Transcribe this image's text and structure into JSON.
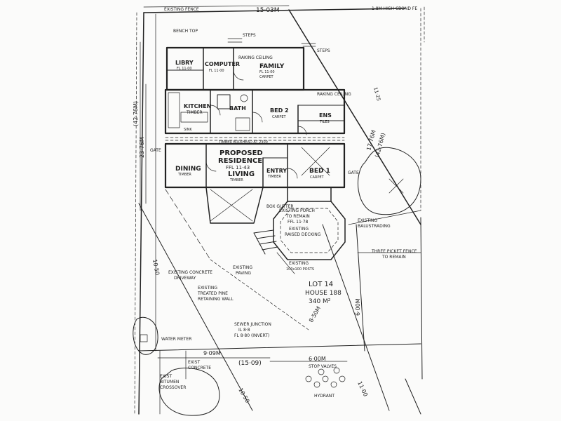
{
  "plan": {
    "dimensions": {
      "top": "15·03M",
      "left_vertical": "23·76M",
      "left_outer": "(42·76M)",
      "right_angle": "17·76M",
      "right_outer": "(42·76M)",
      "left_lower": "10·50",
      "bottom_left": "9·09M",
      "bottom_center": "(15·09)",
      "bottom_right": "6·00M",
      "right_lower": "6·00M",
      "mid_diag": "8·50M",
      "bottom_left_diag": "10·50",
      "bottom_right_diag": "11·00",
      "right_edge": "11·25"
    },
    "rooms": {
      "library": "LIBRY",
      "library_note": "FL 11·00",
      "computer": "COMPUTER",
      "computer_note": "FL 11·00",
      "family": "FAMILY",
      "family_note1": "RAKING CEILING",
      "family_note2": "FL 11·00",
      "family_note3": "CARPET",
      "kitchen": "KITCHEN",
      "kitchen_note1": "TIMBER",
      "kitchen_note2": "SINK",
      "bath": "BATH",
      "bed2": "BED 2",
      "bed2_note": "CARPET",
      "ens": "ENS",
      "ens_note": "TILES",
      "dining": "DINING",
      "dining_note": "TIMBER",
      "proposed": "PROPOSED",
      "residence": "RESIDENCE",
      "ffl": "FFL 11·43",
      "living": "LIVING",
      "living_note": "TIMBER",
      "entry": "ENTRY",
      "entry_note": "TIMBER",
      "bed1": "BED 1",
      "bed1_note": "CARPET",
      "porch1": "EXISTING PORCH",
      "porch2": "TO REMAIN",
      "porch3": "FFL 11·78",
      "porch4": "EXISTING",
      "porch5": "RAISED DECKING"
    },
    "labels": {
      "lot": "LOT 14",
      "house": "HOUSE 188",
      "area": "340 M²",
      "existing_concrete": "EXISTING CONCRETE",
      "driveway": "DRIVEWAY",
      "retaining1": "EXISTING",
      "retaining2": "TREATED PINE",
      "retaining3": "RETAINING WALL",
      "paving1": "EXISTING",
      "paving2": "PAVING",
      "posts1": "EXISTING",
      "posts2": "100x100 POSTS",
      "fence1": "THREE PICKET FENCE",
      "fence2": "TO REMAIN",
      "baluster1": "EXISTING",
      "baluster2": "BALUSTRADING",
      "water_meter": "WATER METER",
      "sewer1": "SEWER JUNCTION",
      "sewer2": "IL 8·8",
      "sewer3": "FL 8·80 (INVERT)",
      "bitumen1": "EXIST",
      "bitumen2": "BITUMEN",
      "bitumen3": "CROSSOVER",
      "concrete1": "EXIST",
      "concrete2": "CONCRETE",
      "stop_valves": "STOP VALVES",
      "hydrant": "HYDRANT",
      "steps": "STEPS",
      "gate": "GATE",
      "raking_ceiling": "RAKING CEILING",
      "high_fence": "1·8M HIGH CBOND FE",
      "fence_top": "EXISTING FENCE",
      "bench": "BENCH TOP",
      "box_gutter": "BOX GUTTER",
      "timber_bulk": "TIMBER BULKHEAD AT 2300"
    }
  }
}
